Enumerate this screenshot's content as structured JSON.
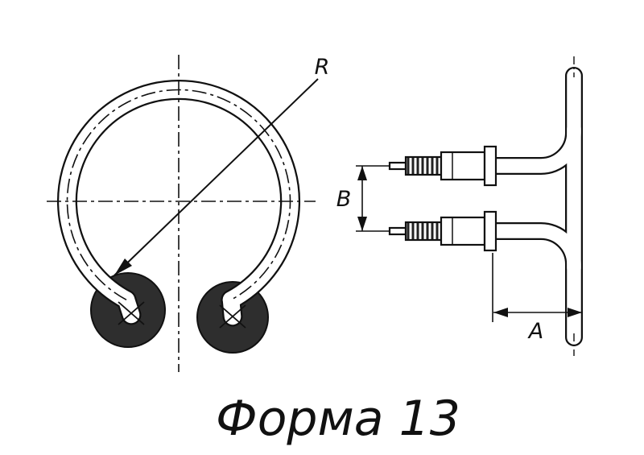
{
  "caption": "Форма 13",
  "labels": {
    "radius": "R",
    "height_dim": "B",
    "width_dim": "A"
  },
  "colors": {
    "line": "#111111",
    "flange": "#2e2e2e",
    "background": "#ffffff"
  }
}
